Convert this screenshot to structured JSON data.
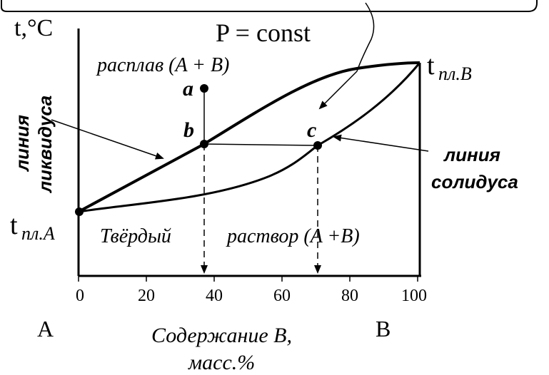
{
  "diagram": {
    "condition": "P = const",
    "y_axis_label": "t,°C",
    "x_axis_label_line1": "Содержание В,",
    "x_axis_label_line2": "масс.%",
    "x_ticks": [
      "0",
      "20",
      "40",
      "60",
      "80",
      "100"
    ],
    "component_a": "A",
    "component_b": "B",
    "t_melt_a_main": "t",
    "t_melt_a_sub": "пл.A",
    "t_melt_b_main": "t",
    "t_melt_b_sub": "пл.B",
    "melt_region": "расплав (A + B)",
    "solid_region_part1": "Твёрдый",
    "solid_region_part2": "раствор (A +B)",
    "liquidus_line1": "линия",
    "liquidus_line2": "ликвидуса",
    "solidus_line1": "линия",
    "solidus_line2": "солидуса",
    "point_a": "a",
    "point_b": "b",
    "point_c": "c"
  },
  "colors": {
    "line": "#000000",
    "background": "#ffffff"
  },
  "icons": [
    "callout-frame",
    "arrow"
  ]
}
